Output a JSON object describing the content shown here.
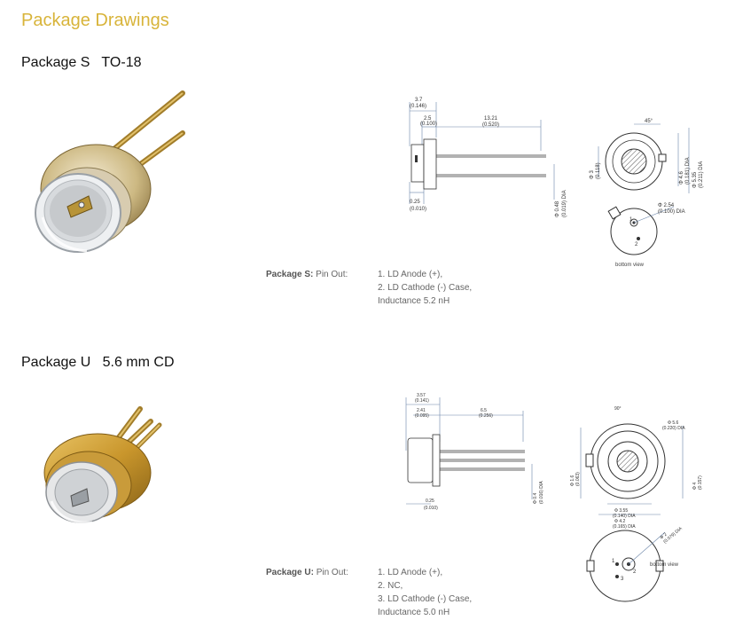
{
  "page": {
    "title": "Package Drawings"
  },
  "package_s": {
    "heading": "Package S   TO-18",
    "pinout_label_bold": "Package S:",
    "pinout_label_rest": " Pin Out:",
    "pinout_lines": [
      "1. LD Anode (+),",
      "2. LD Cathode (-) Case,",
      "Inductance 5.2 nH"
    ],
    "dims": {
      "d1": "3.7",
      "d1i": "(0.146)",
      "d2": "2.5",
      "d2i": "(0.100)",
      "d3": "13.21",
      "d3i": "(0.520)",
      "d4": "0.25",
      "d4i": "(0.010)",
      "d5": "Φ 0.48",
      "d5i": "(0.019) DIA",
      "d6": "45°",
      "d7": "Φ 3",
      "d7i": "(0.118)",
      "d8": "Φ 4.6",
      "d8i": "(0.181) DIA",
      "d9": "Φ 5.35",
      "d9i": "(0.211) DIA",
      "d10": "Φ 2.54",
      "d10i": "(0.100) DIA",
      "pin1": "1",
      "pin2": "2"
    },
    "bottom_view": "bottom view"
  },
  "package_u": {
    "heading": "Package U   5.6 mm CD",
    "pinout_label_bold": "Package U:",
    "pinout_label_rest": " Pin Out:",
    "pinout_lines": [
      "1. LD Anode (+),",
      "2. NC,",
      "3. LD Cathode (-) Case,",
      "Inductance 5.0 nH"
    ],
    "dims": {
      "d1": "3.57",
      "d1i": "(0.141)",
      "d2": "2.41",
      "d2i": "(0.095)",
      "d3": "6.5",
      "d3i": "(0.256)",
      "d4": "0.25",
      "d4i": "(0.010)",
      "d5": "Φ 0.4",
      "d5i": "(0.016) DIA",
      "d6": "90°",
      "d7": "Φ 5.6",
      "d7i": "(0.220) DIA",
      "d8": "Φ 3.55",
      "d8i": "(0.140) DIA",
      "d9": "Φ 4.2",
      "d9i": "(0.165) DIA",
      "d10": "Φ 2",
      "d10i": "(0.079) DIA",
      "d11": "Φ 1.6",
      "d11i": "(0.063)",
      "d12": "Φ 4",
      "d12i": "(0.157)",
      "pin1": "1",
      "pin2": "2",
      "pin3": "3"
    },
    "bottom_view": "bottom view"
  }
}
